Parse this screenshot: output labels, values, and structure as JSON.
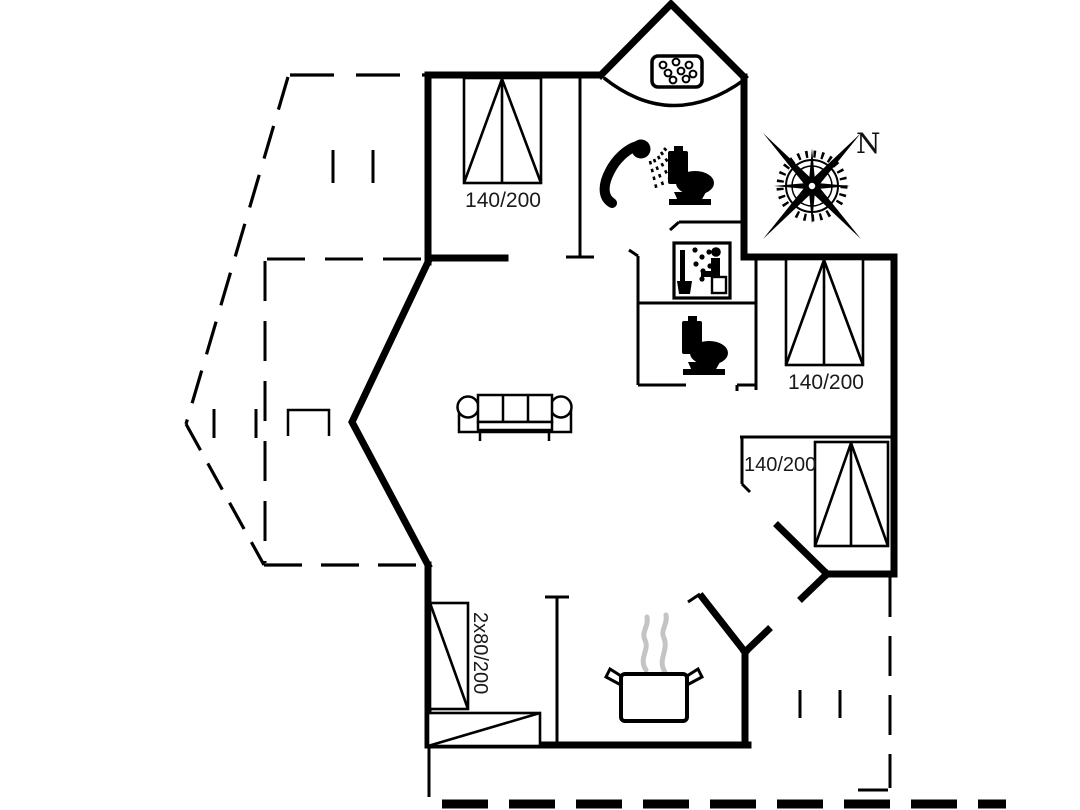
{
  "page": {
    "type": "holiday-home-floor-plan",
    "background": "#ffffff",
    "line_color": "#000000",
    "steam_color": "#c4c4c4"
  },
  "compass": {
    "north_label": "N"
  },
  "bed_labels": {
    "top_left": "140/200",
    "top_right": "140/200",
    "middle_right": "140/200",
    "bottom_left_bunk": "2x80/200"
  },
  "icons": {
    "corner_bath": "whirlpool-corner-bath",
    "shower": "shower-head-with-spray",
    "toilet_main": "toilet",
    "toilet_second": "toilet",
    "sauna": "sauna-person-with-bucket",
    "stove": "cooking-pot-with-steam",
    "sofa": "three-seat-sofa",
    "compass": "compass-rose"
  }
}
